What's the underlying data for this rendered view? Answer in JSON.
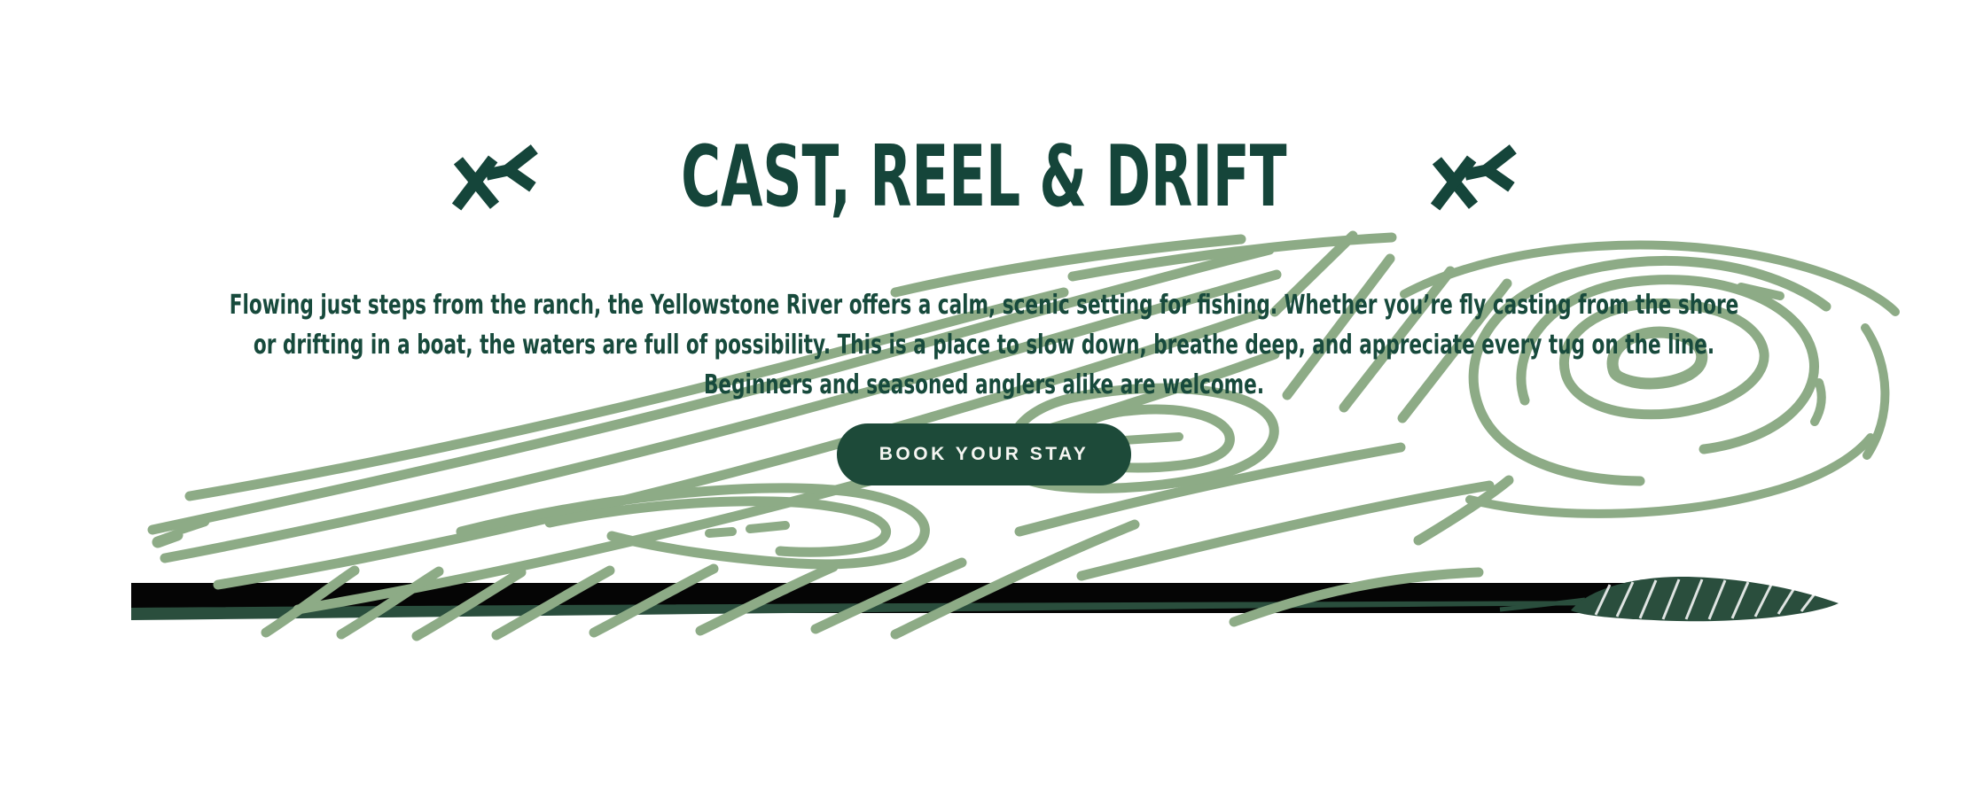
{
  "hero": {
    "title": "CAST, REEL & DRIFT",
    "paragraph": {
      "lines": [
        "Flowing just steps from the ranch, the Yellowstone River offers a calm, scenic setting for fishing. Whether you’re fly casting from the shore",
        "or drifting in a boat, the waters are full of possibility. This is a place to slow down, breathe deep, and appreciate every tug on the line.",
        "Beginners and seasoned anglers alike are welcome."
      ]
    },
    "cta_label": "BOOK YOUR STAY"
  },
  "decor": {
    "left_icon": "fly-rod-x-icon",
    "right_icon": "fly-rod-x-icon",
    "background_pattern": "wood-grain-contour-illustration",
    "band": "fishing-rod-band-illustration",
    "band_tip": "feather-fly-illustration"
  },
  "colors": {
    "heading_green": "#15453a",
    "body_green": "#174a3c",
    "sage_pattern": "#8dab86",
    "band_black": "#050505",
    "band_green": "#2a4e3d",
    "button_background": "#1d4a39",
    "button_text": "#f6f6f2"
  }
}
